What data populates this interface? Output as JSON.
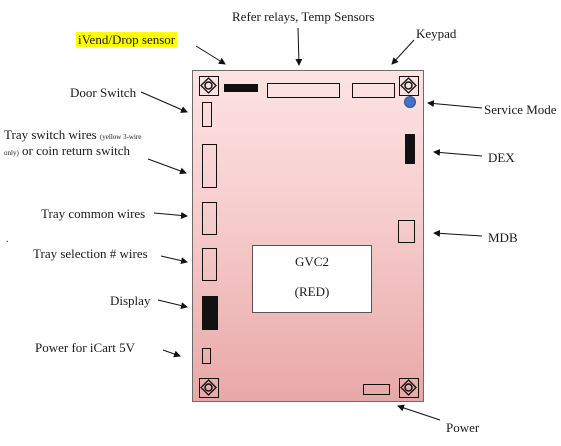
{
  "labels": {
    "ivend": "iVend/Drop sensor",
    "refer": "Refer relays, Temp Sensors",
    "keypad": "Keypad",
    "door_switch": "Door Switch",
    "tray_switch_line1_main": "Tray switch wires ",
    "tray_switch_line1_small": "(yellow 3-wire",
    "tray_switch_line2_small": "only)",
    "tray_switch_line2_main": " or coin return switch",
    "tray_common": "Tray common wires",
    "tray_selection": "Tray selection # wires",
    "display": "Display",
    "power_icart": "Power for iCart 5V",
    "service_mode": "Service Mode",
    "dex": "DEX",
    "mdb": "MDB",
    "power": "Power",
    "stray_dot": "."
  },
  "board": {
    "name": "GVC2",
    "color_label": "(RED)"
  },
  "colors": {
    "highlight": "#ffff00",
    "service_dot": "#4472c4",
    "board_top": "#fde3e3",
    "board_bottom": "#e8a8a8"
  }
}
